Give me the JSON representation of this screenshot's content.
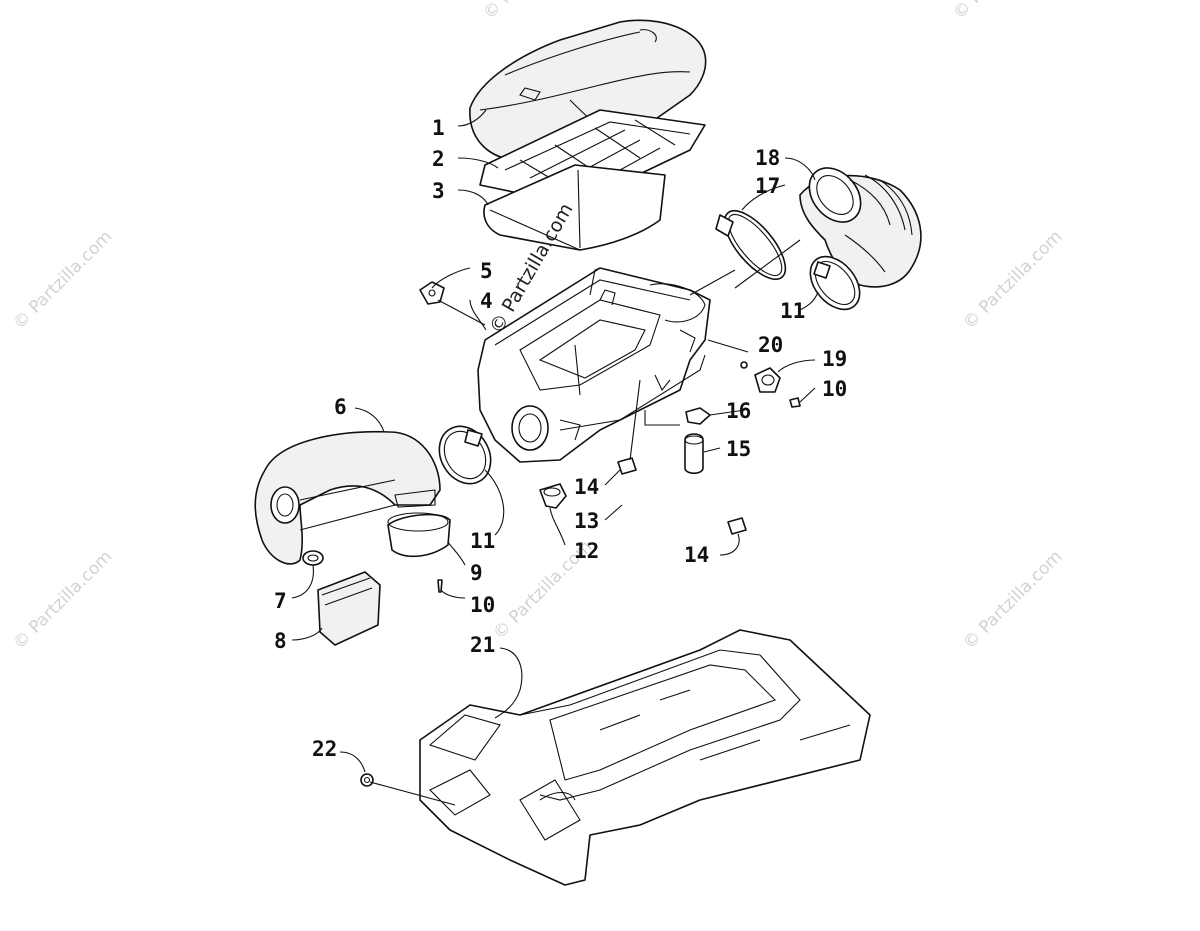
{
  "watermark": {
    "main": "© Partzilla.com",
    "faint": "© Partzilla.com"
  },
  "callouts": {
    "c1": "1",
    "c2": "2",
    "c3": "3",
    "c4": "4",
    "c5": "5",
    "c6": "6",
    "c7": "7",
    "c8": "8",
    "c9": "9",
    "c10a": "10",
    "c10b": "10",
    "c11a": "11",
    "c11b": "11",
    "c12": "12",
    "c13": "13",
    "c14a": "14",
    "c14b": "14",
    "c15": "15",
    "c16": "16",
    "c17": "17",
    "c18": "18",
    "c19": "19",
    "c20": "20",
    "c21": "21",
    "c22": "22"
  }
}
